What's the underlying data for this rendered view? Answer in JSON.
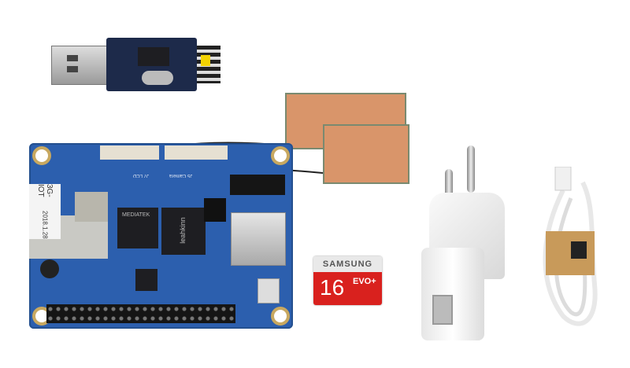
{
  "board": {
    "label_model": "3G-IOT",
    "label_date": "2018.1.28",
    "soc_brand": "MEDIATEK",
    "mem_brand": "leahkinn",
    "lcd": "J7 LCD",
    "camera": "J5 Camera"
  },
  "sdcard": {
    "brand": "SAMSUNG",
    "capacity": "16",
    "series": "EVO+"
  },
  "colors": {
    "board": "#2c5fae",
    "sd_red": "#d9211e",
    "antenna": "#d9956a"
  }
}
